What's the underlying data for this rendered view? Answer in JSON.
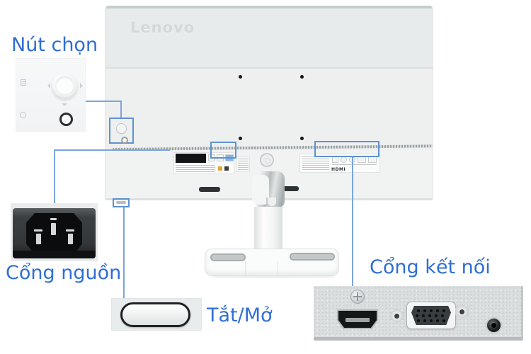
{
  "product": {
    "brand_logo": "Lenovo",
    "hdmi_logo_micro": "HDMI"
  },
  "callouts": {
    "select_button": {
      "label": "Nút chọn"
    },
    "power_port": {
      "label": "Cổng nguồn"
    },
    "power_toggle": {
      "label": "Tắt/Mở"
    },
    "connection_ports": {
      "label": "Cổng kết nối"
    }
  },
  "colors": {
    "label_blue": "#2f6ed4",
    "callout_line_blue": "#7aa5dc",
    "callout_box_blue": "#5e92d2",
    "monitor_back_gray": "#eef0f0",
    "port_panel_gray": "#dbdedf"
  }
}
